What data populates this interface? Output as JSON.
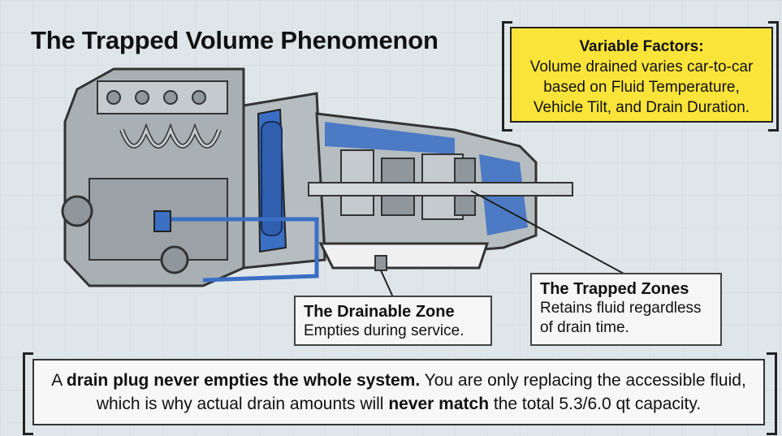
{
  "title": "The Trapped Volume Phenomenon",
  "factors": {
    "heading": "Variable Factors:",
    "line1": "Volume drained varies car-to-car",
    "line2": "based on Fluid Temperature,",
    "line3": "Vehicle Tilt, and Drain Duration."
  },
  "drainable": {
    "heading": "The Drainable Zone",
    "text": "Empties during service."
  },
  "trapped": {
    "heading": "The Trapped Zones",
    "line1": "Retains fluid regardless",
    "line2": "of drain time."
  },
  "summary": {
    "part1": "A ",
    "bold1": "drain plug never empties the whole system.",
    "part2": " You are only replacing the accessible fluid, which is why actual drain amounts will ",
    "bold2": "never match",
    "part3": " the total 5.3/6.0 qt capacity."
  },
  "colors": {
    "fluid": "#3a6fc4",
    "metal": "#a9b0b4",
    "highlight": "#fbe43a"
  }
}
